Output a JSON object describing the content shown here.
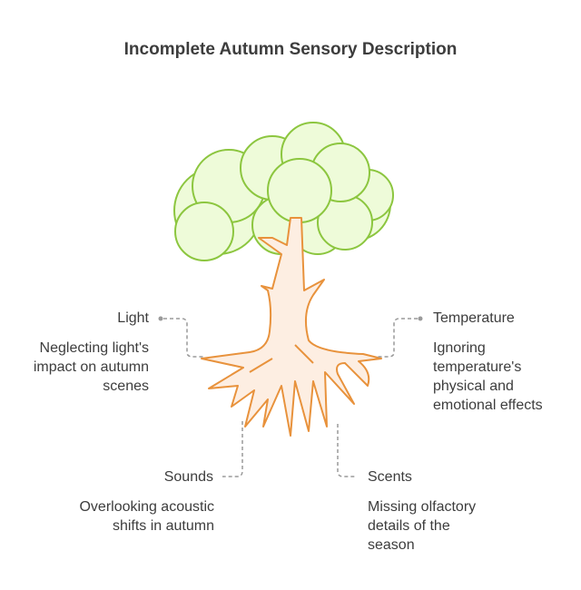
{
  "title": "Incomplete Autumn Sensory Description",
  "items": [
    {
      "label": "Light",
      "description": "Neglecting light's impact on autumn scenes"
    },
    {
      "label": "Temperature",
      "description": "Ignoring temperature's physical and emotional effects"
    },
    {
      "label": "Sounds",
      "description": "Overlooking acoustic shifts in autumn"
    },
    {
      "label": "Scents",
      "description": "Missing olfactory details of the season"
    }
  ],
  "colors": {
    "canopy_fill": "#eefbd9",
    "canopy_stroke": "#8cc63f",
    "trunk_fill": "#fdeee2",
    "trunk_stroke": "#e8923c",
    "connector": "#9a9a9a"
  }
}
